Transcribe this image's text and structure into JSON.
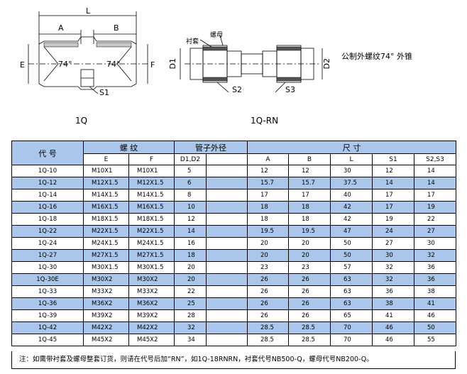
{
  "diagram": {
    "dim_L": "L",
    "dim_A": "A",
    "dim_B": "B",
    "dim_E": "E",
    "dim_F": "F",
    "angle_left": "74°",
    "angle_right": "74°",
    "dim_S1": "S1",
    "caption_left": "1Q",
    "label_sleeve": "衬套",
    "label_nut": "螺母",
    "dim_D1": "D1",
    "dim_D2": "D2",
    "dim_S2": "S2",
    "dim_S3": "S3",
    "caption_right": "1Q-RN",
    "thread_spec": "公制外螺纹74° 外锥"
  },
  "table": {
    "header_code": "代 号",
    "header_thread": "螺 纹",
    "header_tube": "管子外径",
    "header_size": "尺 寸",
    "sub_E": "E",
    "sub_F": "F",
    "sub_D": "D1,D2",
    "sub_A": "A",
    "sub_B": "B",
    "sub_L": "L",
    "sub_S1": "S1",
    "sub_S23": "S2,S3",
    "rows": [
      {
        "code": "1Q-10",
        "E": "M10X1",
        "F": "M10X1",
        "D": "5",
        "A": "12",
        "B": "12",
        "L": "30",
        "S1": "12",
        "S23": "14"
      },
      {
        "code": "1Q-12",
        "E": "M12X1.5",
        "F": "M12X1.5",
        "D": "6",
        "A": "15.7",
        "B": "15.7",
        "L": "37.5",
        "S1": "14",
        "S23": "14"
      },
      {
        "code": "1Q-14",
        "E": "M14X1.5",
        "F": "M14X1.5",
        "D": "8",
        "A": "17",
        "B": "17",
        "L": "40",
        "S1": "17",
        "S23": "17"
      },
      {
        "code": "1Q-16",
        "E": "M16X1.5",
        "F": "M16X1.5",
        "D": "10",
        "A": "18",
        "B": "18",
        "L": "42",
        "S1": "17",
        "S23": "19"
      },
      {
        "code": "1Q-18",
        "E": "M18X1.5",
        "F": "M18X1.5",
        "D": "12",
        "A": "18",
        "B": "18",
        "L": "42",
        "S1": "19",
        "S23": "22"
      },
      {
        "code": "1Q-22",
        "E": "M22X1.5",
        "F": "M22X1.5",
        "D": "14",
        "A": "19.5",
        "B": "19.5",
        "L": "47",
        "S1": "24",
        "S23": "27"
      },
      {
        "code": "1Q-24",
        "E": "M24X1.5",
        "F": "M24X1.5",
        "D": "16",
        "A": "20",
        "B": "20",
        "L": "50",
        "S1": "27",
        "S23": "30"
      },
      {
        "code": "1Q-27",
        "E": "M27X1.5",
        "F": "M27X1.5",
        "D": "18",
        "A": "20",
        "B": "20",
        "L": "50",
        "S1": "30",
        "S23": "32"
      },
      {
        "code": "1Q-30",
        "E": "M30X1.5",
        "F": "M30X1.5",
        "D": "20",
        "A": "23",
        "B": "23",
        "L": "57",
        "S1": "32",
        "S23": "36"
      },
      {
        "code": "1Q-30E",
        "E": "M30X2",
        "F": "M30X2",
        "D": "20",
        "A": "26",
        "B": "26",
        "L": "63",
        "S1": "32",
        "S23": "36"
      },
      {
        "code": "1Q-33",
        "E": "M33X2",
        "F": "M33X2",
        "D": "22",
        "A": "26",
        "B": "26",
        "L": "63",
        "S1": "36",
        "S23": "38"
      },
      {
        "code": "1Q-36",
        "E": "M36X2",
        "F": "M36X2",
        "D": "25",
        "A": "26",
        "B": "26",
        "L": "63",
        "S1": "38",
        "S23": "41"
      },
      {
        "code": "1Q-39",
        "E": "M39X2",
        "F": "M39X2",
        "D": "28",
        "A": "26",
        "B": "26",
        "L": "65",
        "S1": "41",
        "S23": "46"
      },
      {
        "code": "1Q-42",
        "E": "M42X2",
        "F": "M42X2",
        "D": "32",
        "A": "28.5",
        "B": "28.5",
        "L": "70",
        "S1": "46",
        "S23": "50"
      },
      {
        "code": "1Q-45",
        "E": "M45X2",
        "F": "M45X2",
        "D": "34",
        "A": "28.5",
        "B": "28.5",
        "L": "70",
        "S1": "46",
        "S23": "55"
      }
    ],
    "highlight_color": "#aac6ea"
  },
  "note": "注：如需带衬套及螺母整套订货，则请在代号后加“RN”，如1Q-18RNRN，衬套代号NB500-Q，螺母代号NB200-Q。"
}
